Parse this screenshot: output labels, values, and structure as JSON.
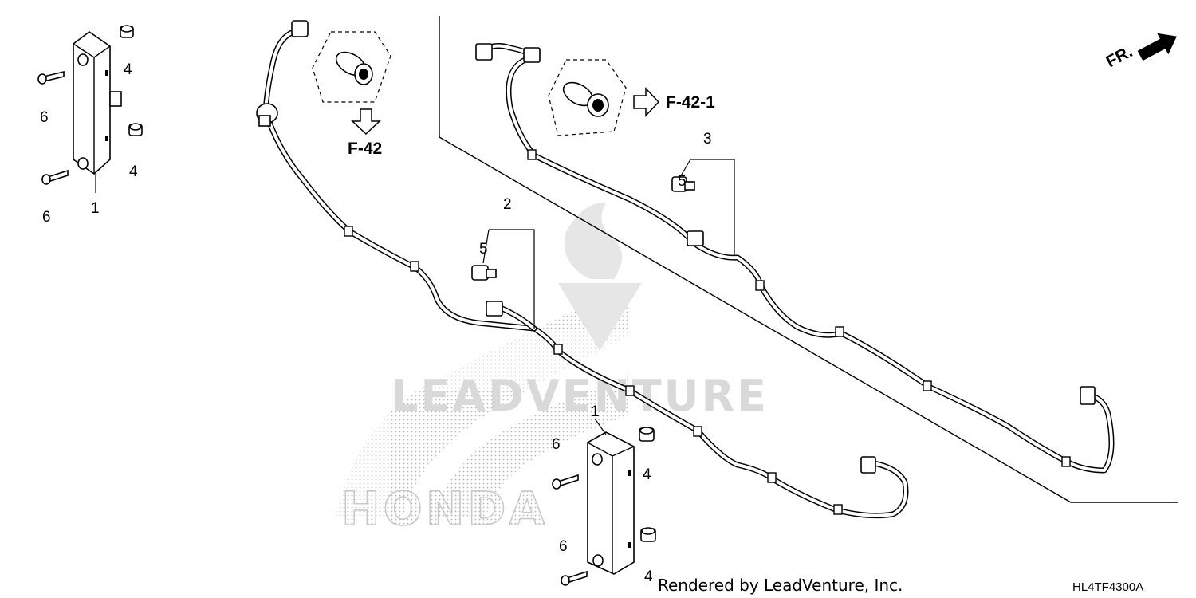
{
  "callouts": {
    "c1_left": "1",
    "c1_bottom": "1",
    "c2": "2",
    "c3": "3",
    "c4_a": "4",
    "c4_b": "4",
    "c4_c": "4",
    "c4_d": "4",
    "c5_a": "5",
    "c5_b": "5",
    "c6_a": "6",
    "c6_b": "6",
    "c6_c": "6",
    "c6_d": "6"
  },
  "references": {
    "left_ref": "F-42",
    "right_ref": "F-42-1"
  },
  "direction_label": "FR.",
  "watermark": {
    "brand": "LEADVENTURE",
    "logo": "HONDA"
  },
  "footer": {
    "credit": "Rendered by LeadVenture, Inc.",
    "diagram_code": "HL4TF4300A"
  },
  "icons": {
    "direction": "arrow-icon",
    "ref_arrow": "hollow-arrow-icon"
  }
}
